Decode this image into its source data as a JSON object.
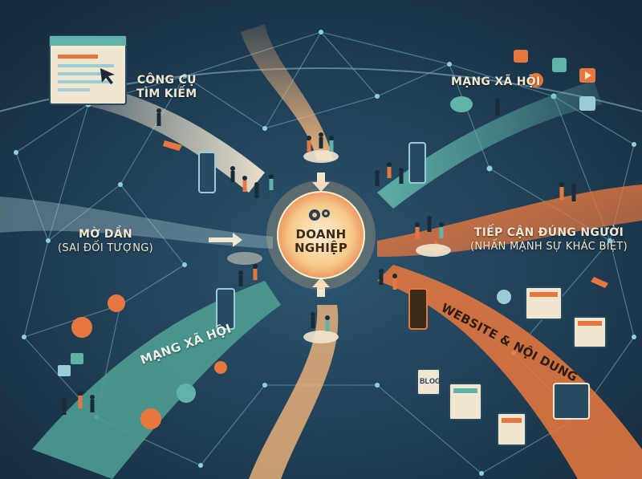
{
  "center": {
    "line1": "DOANH",
    "line2": "NGHIỆP"
  },
  "branches": {
    "search": {
      "line1": "CÔNG CỤ",
      "line2": "TÌM KIẾM"
    },
    "social_top": {
      "label": "MẠNG XÃ HỘI"
    },
    "blurry": {
      "line1": "MỜ DẦN",
      "line2": "(SAI ĐỐI TƯỢNG)"
    },
    "targeted": {
      "line1": "TIẾP CẬN ĐÚNG NGƯỜI",
      "line2": "(NHẤN MẠNH SỰ KHÁC BIỆT)"
    },
    "social_bottom": {
      "label": "MẠNG XÃ HỘI"
    },
    "website": {
      "label": "WEBSITE & NỘI DUNG"
    }
  },
  "blog_tag": "BLOG",
  "colors": {
    "background": "#1d3a52",
    "network_line": "#7fb6c9",
    "network_node": "#5fa7bd",
    "hub": "#f6c98a",
    "orange": "#e5773f",
    "teal": "#5fb3a8",
    "cream": "#f1e6cf"
  },
  "icons": [
    "browser-window-icon",
    "cursor-icon",
    "gear-icon",
    "heart-icon",
    "thumbs-up-icon",
    "play-icon",
    "share-icon",
    "blog-page-icon"
  ]
}
